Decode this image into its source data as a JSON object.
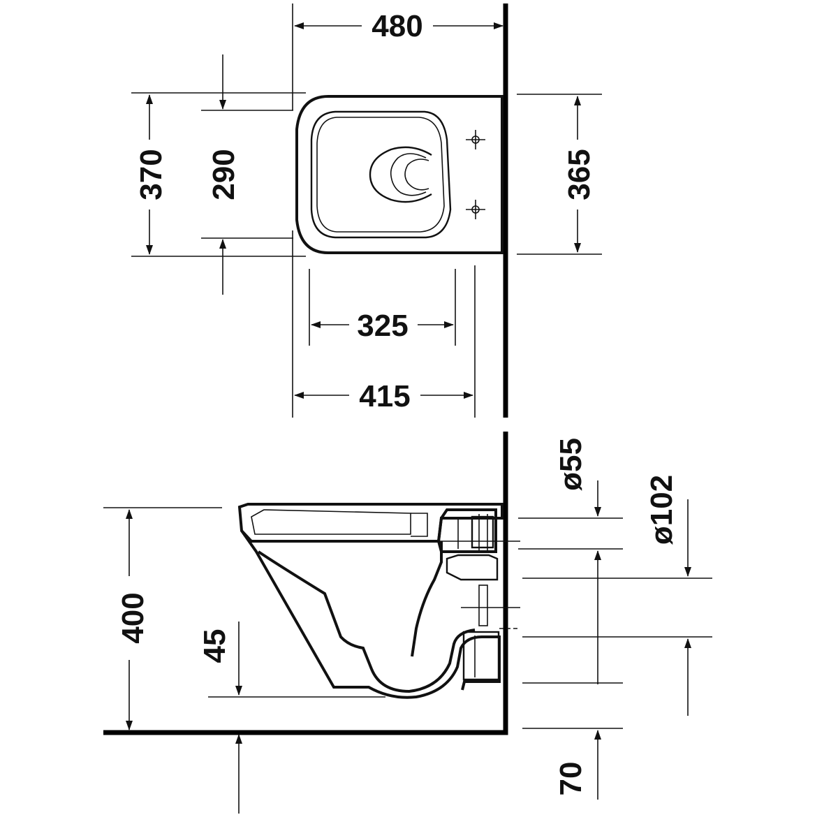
{
  "dimensions": {
    "top_width": "480",
    "overall_length": "370",
    "inner_length": "290",
    "fixing_spacing": "365",
    "seat_width": "325",
    "overall_width": "415",
    "outlet_diameter": "ø55",
    "connection_diameter": "ø102",
    "rim_height": "400",
    "bowl_depth": "45",
    "clearance": "70"
  },
  "colors": {
    "line": "#111111",
    "background": "#ffffff"
  }
}
